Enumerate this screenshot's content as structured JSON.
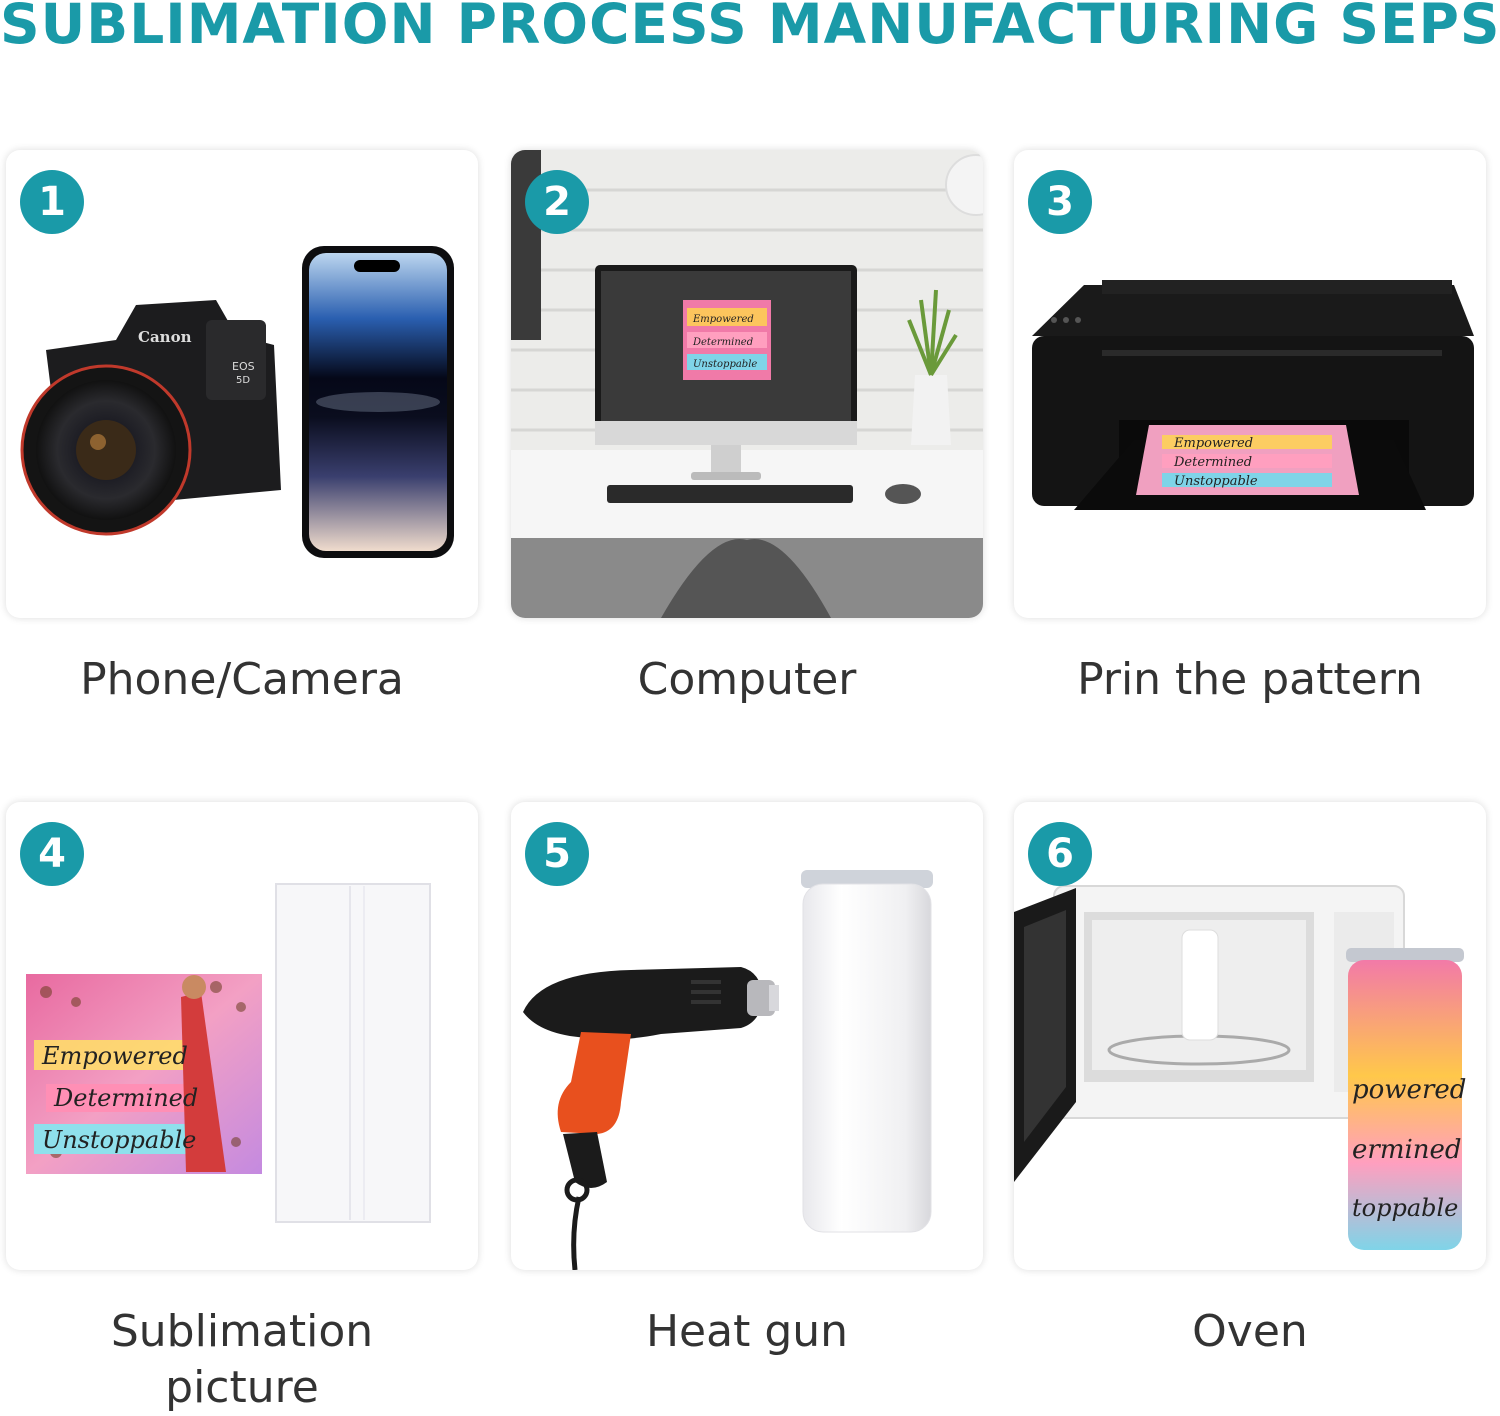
{
  "page": {
    "title": "SUBLIMATION PROCESS MANUFACTURING SEPS",
    "accent_color": "#1a9aa8"
  },
  "steps": [
    {
      "number": "1",
      "label": "Phone/Camera",
      "icon": "camera-and-phone-icon",
      "camera_brand": "Canon",
      "camera_model": "EOS",
      "camera_model_line2": "5D"
    },
    {
      "number": "2",
      "label": "Computer",
      "icon": "desktop-computer-icon",
      "artwork_text": [
        "Empowered",
        "Determined",
        "Unstoppable"
      ]
    },
    {
      "number": "3",
      "label": "Prin the pattern",
      "icon": "printer-icon",
      "artwork_text": [
        "Empowered",
        "Determined",
        "Unstoppable"
      ]
    },
    {
      "number": "4",
      "label": "Sublimation picture",
      "label_line1": "Sublimation",
      "label_line2": "picture",
      "icon": "sublimation-print-icon",
      "artwork_text": [
        "Empowered",
        "Determined",
        "Unstoppable"
      ]
    },
    {
      "number": "5",
      "label": "Heat gun",
      "icon": "heat-gun-icon"
    },
    {
      "number": "6",
      "label": "Oven",
      "icon": "oven-icon",
      "artwork_text": [
        "powered",
        "ermined",
        "toppable"
      ]
    }
  ]
}
